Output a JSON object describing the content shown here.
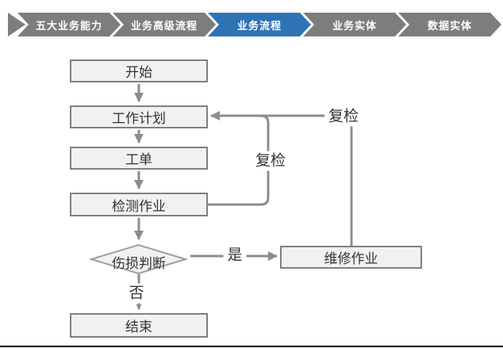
{
  "banner": {
    "lead_icon": "chevron-right",
    "items": [
      {
        "label": "五大业务能力",
        "active": false
      },
      {
        "label": "业务高级流程",
        "active": false
      },
      {
        "label": "业务流程",
        "active": true
      },
      {
        "label": "业务实体",
        "active": false
      },
      {
        "label": "数据实体",
        "active": false
      }
    ]
  },
  "flowchart": {
    "nodes": {
      "start": {
        "label": "开始",
        "type": "process"
      },
      "plan": {
        "label": "工作计划",
        "type": "process"
      },
      "order": {
        "label": "工单",
        "type": "process"
      },
      "inspect": {
        "label": "检测作业",
        "type": "process"
      },
      "decision": {
        "label": "伤损判断",
        "type": "decision"
      },
      "end": {
        "label": "结束",
        "type": "process"
      },
      "repair": {
        "label": "维修作业",
        "type": "process"
      }
    },
    "edges": [
      {
        "from": "start",
        "to": "plan",
        "label": ""
      },
      {
        "from": "plan",
        "to": "order",
        "label": ""
      },
      {
        "from": "order",
        "to": "inspect",
        "label": ""
      },
      {
        "from": "inspect",
        "to": "decision",
        "label": ""
      },
      {
        "from": "decision",
        "to": "repair",
        "label": "是"
      },
      {
        "from": "decision",
        "to": "end",
        "label": "否"
      },
      {
        "from": "inspect",
        "to": "plan",
        "label": "复检"
      },
      {
        "from": "repair",
        "to": "plan",
        "label": "复检"
      }
    ],
    "edge_labels": {
      "yes": "是",
      "no": "否",
      "recheck_inner": "复检",
      "recheck_outer": "复检"
    }
  },
  "colors": {
    "chevron_inactive": "#7d7d7d",
    "chevron_active": "#2e74b5",
    "chevron_text": "#ffffff",
    "node_fill": "#f1f1f1",
    "node_border": "#808080",
    "connector": "#8c8c8c",
    "node_text": "#333333",
    "bottom_rule": "#0a0a0a"
  }
}
